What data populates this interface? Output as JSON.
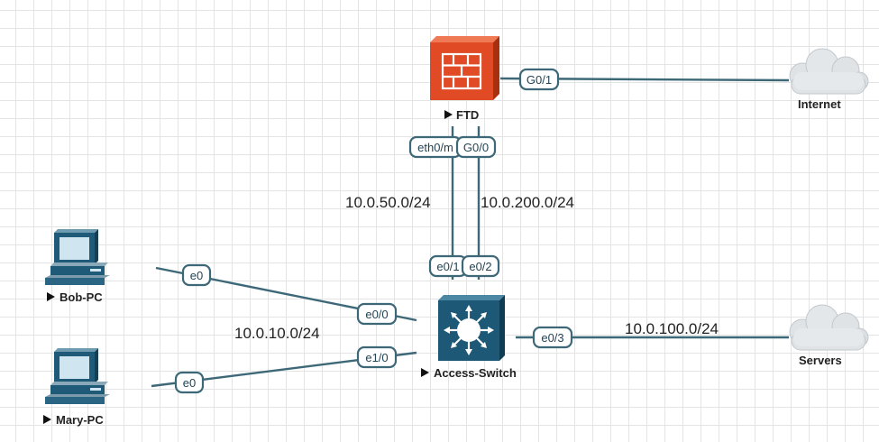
{
  "nodes": {
    "ftd": {
      "label": "FTD",
      "color": "#e04a24"
    },
    "internet": {
      "label": "Internet"
    },
    "servers": {
      "label": "Servers"
    },
    "access_switch": {
      "label": "Access-Switch",
      "color": "#1d5876"
    },
    "bob_pc": {
      "label": "Bob-PC"
    },
    "mary_pc": {
      "label": "Mary-PC"
    }
  },
  "interfaces": {
    "ftd_g0_1": "G0/1",
    "ftd_eth0_mgmt": "eth0/m",
    "ftd_g0_0": "G0/0",
    "sw_e0_1": "e0/1",
    "sw_e0_2": "e0/2",
    "sw_e0_0": "e0/0",
    "sw_e1_0": "e1/0",
    "sw_e0_3": "e0/3",
    "bob_e0": "e0",
    "mary_e0": "e0"
  },
  "subnets": {
    "mgmt": "10.0.50.0/24",
    "inside": "10.0.200.0/24",
    "users": "10.0.10.0/24",
    "servers": "10.0.100.0/24"
  }
}
